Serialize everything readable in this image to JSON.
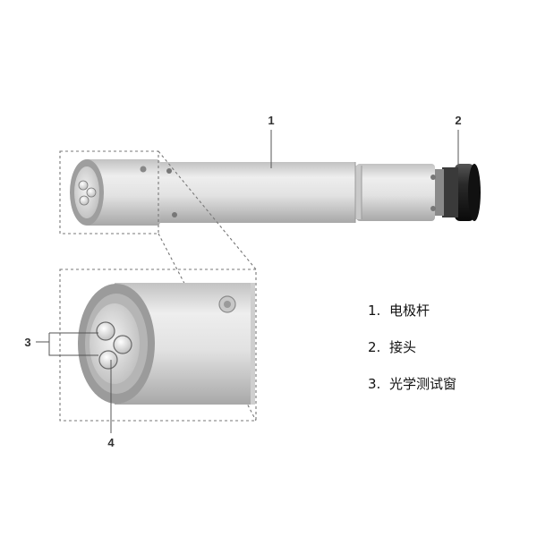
{
  "diagram": {
    "callouts": [
      {
        "number": "1",
        "target": "electrode-rod"
      },
      {
        "number": "2",
        "target": "connector"
      },
      {
        "number": "3",
        "target": "optical-window"
      },
      {
        "number": "4",
        "target": "probe-tip"
      }
    ]
  },
  "legend": {
    "items": [
      {
        "number": "1.",
        "label": "电极杆"
      },
      {
        "number": "2.",
        "label": "接头"
      },
      {
        "number": "3.",
        "label": "光学测试窗"
      }
    ]
  },
  "colors": {
    "body_light": "#eeeeee",
    "body_mid": "#d2d2d2",
    "body_shadow": "#a8a8a8",
    "connector": "#1a1a1a",
    "tip_ring": "#999999",
    "dashed_line": "#777777"
  }
}
